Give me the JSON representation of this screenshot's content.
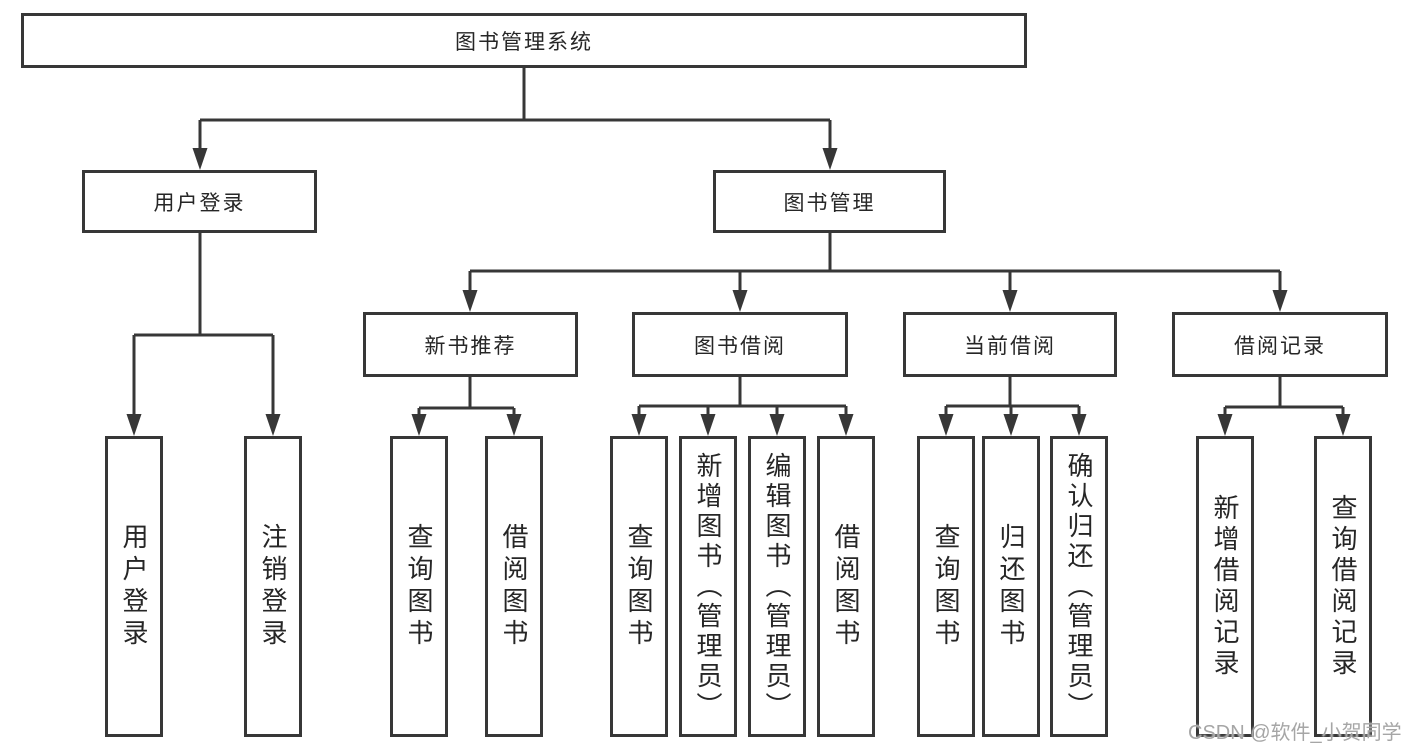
{
  "diagram": {
    "nodes": {
      "root": {
        "label": "图书管理系统"
      },
      "user_login": {
        "label": "用户登录"
      },
      "book_mgmt": {
        "label": "图书管理"
      },
      "new_book_rec": {
        "label": "新书推荐"
      },
      "book_borrow": {
        "label": "图书借阅"
      },
      "current_borrow": {
        "label": "当前借阅"
      },
      "borrow_records": {
        "label": "借阅记录"
      },
      "leaf_user_login": {
        "label": "用户登录"
      },
      "leaf_logout": {
        "label": "注销登录"
      },
      "leaf_query_books_rec": {
        "label": "查询图书"
      },
      "leaf_borrow_books_rec": {
        "label": "借阅图书"
      },
      "leaf_query_books_bb": {
        "label": "查询图书"
      },
      "leaf_add_books": {
        "label": "新增图书（管理员）"
      },
      "leaf_edit_books": {
        "label": "编辑图书（管理员）"
      },
      "leaf_borrow_books_bb": {
        "label": "借阅图书"
      },
      "leaf_query_books_cb": {
        "label": "查询图书"
      },
      "leaf_return_books": {
        "label": "归还图书"
      },
      "leaf_confirm_return": {
        "label": "确认归还（管理员）"
      },
      "leaf_add_borrow_record": {
        "label": "新增借阅记录"
      },
      "leaf_query_borrow_record": {
        "label": "查询借阅记录"
      }
    },
    "watermark": "CSDN @软件_小贺同学",
    "colors": {
      "line": "#373737",
      "box_border": "#373737",
      "box_background": "#ffffff",
      "text": "#262626",
      "watermark": "#a6a6a6"
    }
  }
}
